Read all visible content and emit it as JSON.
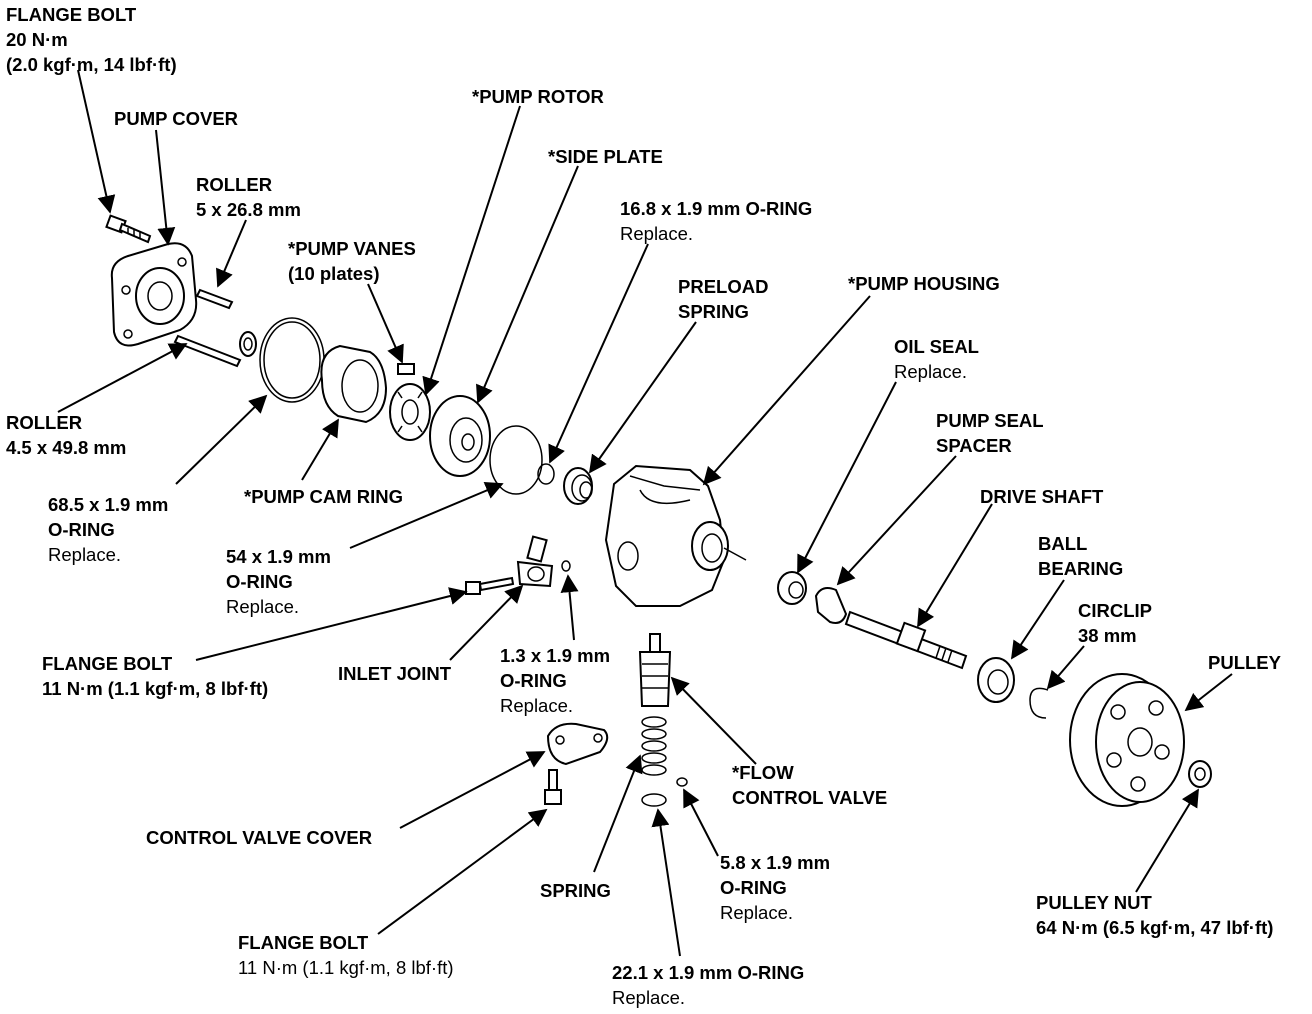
{
  "labels": {
    "flange_bolt_top": {
      "title": "FLANGE BOLT",
      "line2": "20 N·m",
      "line3": "(2.0 kgf·m, 14 lbf·ft)"
    },
    "pump_cover": {
      "title": "PUMP COVER"
    },
    "roller_small": {
      "title": "ROLLER",
      "line2": "5 x 26.8 mm"
    },
    "pump_vanes": {
      "title": "*PUMP VANES",
      "line2": "(10 plates)"
    },
    "pump_rotor": {
      "title": "*PUMP ROTOR"
    },
    "side_plate": {
      "title": "*SIDE PLATE"
    },
    "oring_16_8": {
      "title": "16.8 x 1.9 mm O-RING",
      "note": "Replace."
    },
    "preload_spring": {
      "title": "PRELOAD",
      "line2": "SPRING"
    },
    "pump_housing": {
      "title": "*PUMP HOUSING"
    },
    "oil_seal": {
      "title": "OIL SEAL",
      "note": "Replace."
    },
    "pump_seal_spacer": {
      "title": "PUMP SEAL",
      "line2": "SPACER"
    },
    "drive_shaft": {
      "title": "DRIVE SHAFT"
    },
    "ball_bearing": {
      "title": "BALL",
      "line2": "BEARING"
    },
    "circlip": {
      "title": "CIRCLIP",
      "line2": "38 mm"
    },
    "pulley": {
      "title": "PULLEY"
    },
    "roller_long": {
      "title": "ROLLER",
      "line2": "4.5 x 49.8 mm"
    },
    "oring_68_5": {
      "title": "68.5 x 1.9 mm",
      "line2": "O-RING",
      "note": "Replace."
    },
    "pump_cam_ring": {
      "title": "*PUMP CAM RING"
    },
    "oring_54": {
      "title": "54 x 1.9 mm",
      "line2": "O-RING",
      "note": "Replace."
    },
    "flange_bolt_mid": {
      "title": "FLANGE BOLT",
      "line2": "11 N·m (1.1 kgf·m, 8 lbf·ft)"
    },
    "inlet_joint": {
      "title": "INLET JOINT"
    },
    "oring_1_3": {
      "title": "1.3 x 1.9 mm",
      "line2": "O-RING",
      "note": "Replace."
    },
    "flow_control_valve": {
      "title": "*FLOW",
      "line2": "CONTROL VALVE"
    },
    "control_valve_cover": {
      "title": "CONTROL VALVE COVER"
    },
    "spring": {
      "title": "SPRING"
    },
    "oring_5_8": {
      "title": "5.8 x 1.9 mm",
      "line2": "O-RING",
      "note": "Replace."
    },
    "pulley_nut": {
      "title": "PULLEY NUT",
      "line2": "64 N·m (6.5 kgf·m, 47 lbf·ft)"
    },
    "flange_bolt_bottom": {
      "title": "FLANGE BOLT",
      "note": "11 N·m (1.1 kgf·m, 8 lbf·ft)"
    },
    "oring_22_1": {
      "title": "22.1 x 1.9 mm O-RING",
      "note": "Replace."
    }
  }
}
